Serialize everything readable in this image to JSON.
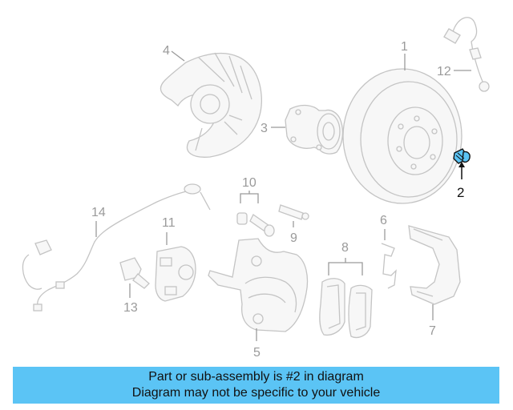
{
  "diagram": {
    "highlight_color": "#5bc4f5",
    "callouts": [
      {
        "id": "1",
        "label": "1"
      },
      {
        "id": "2",
        "label": "2",
        "highlighted": true
      },
      {
        "id": "3",
        "label": "3"
      },
      {
        "id": "4",
        "label": "4"
      },
      {
        "id": "5",
        "label": "5"
      },
      {
        "id": "6",
        "label": "6"
      },
      {
        "id": "7",
        "label": "7"
      },
      {
        "id": "8",
        "label": "8"
      },
      {
        "id": "9",
        "label": "9"
      },
      {
        "id": "10",
        "label": "10"
      },
      {
        "id": "11",
        "label": "11"
      },
      {
        "id": "12",
        "label": "12"
      },
      {
        "id": "13",
        "label": "13"
      },
      {
        "id": "14",
        "label": "14"
      }
    ]
  },
  "banner": {
    "color": "#5bc4f5",
    "line1": "Part or sub-assembly is #2 in diagram",
    "line2": "Diagram may not be specific to your vehicle"
  }
}
